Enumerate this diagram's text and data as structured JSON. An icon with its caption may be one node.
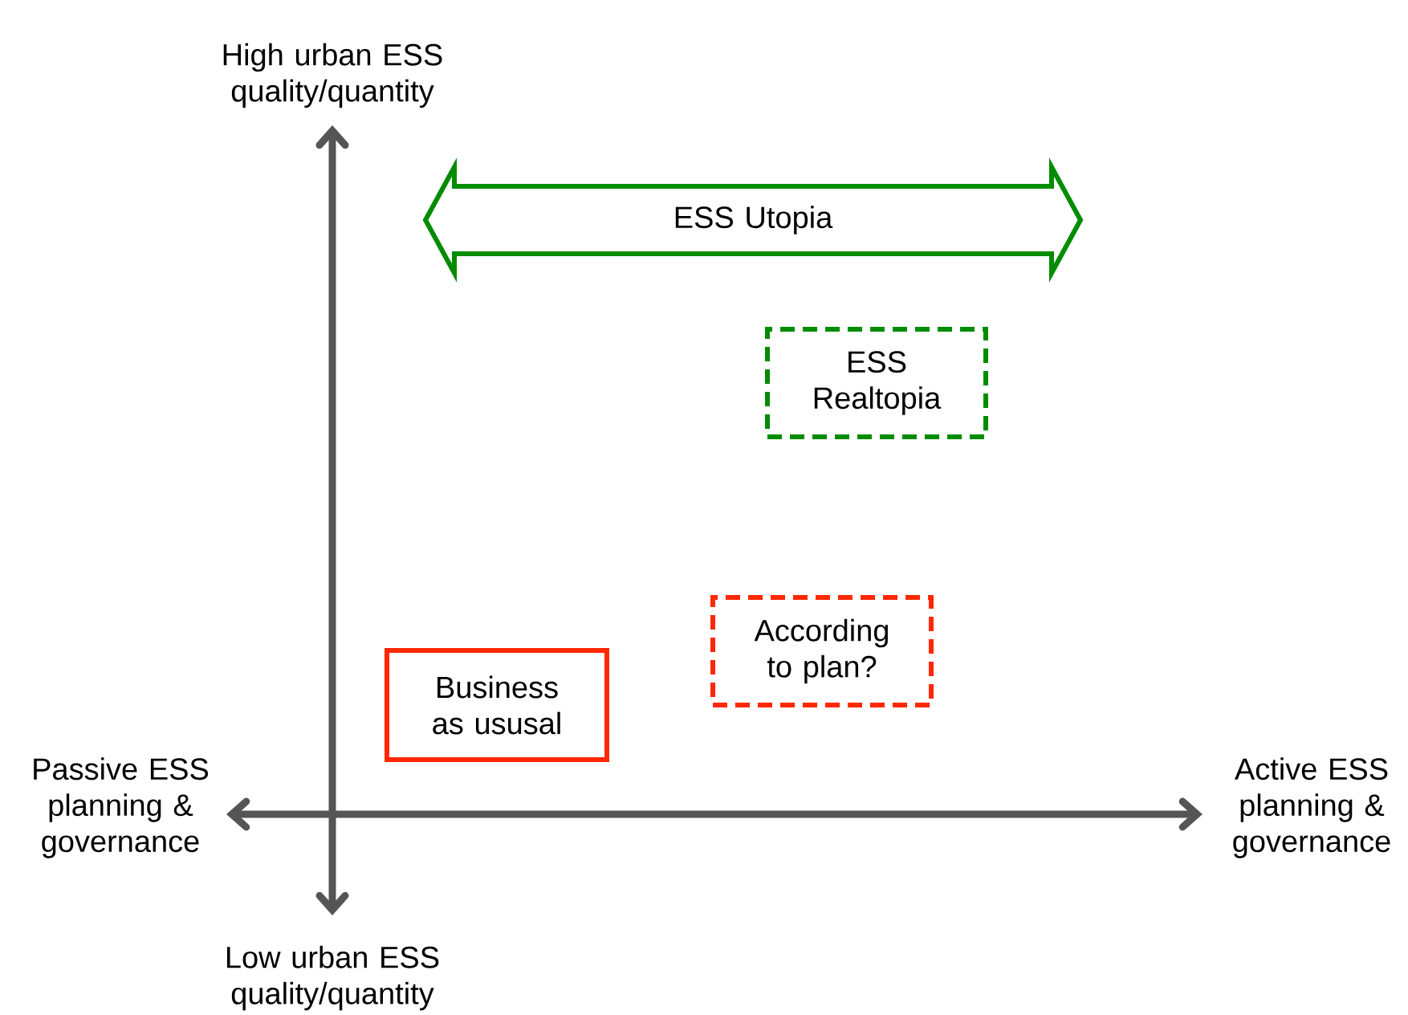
{
  "diagram": {
    "nodes": [
      {
        "text": [
          "ESS Utopia"
        ]
      },
      {
        "text": [
          "ESS Realtopia"
        ]
      },
      {
        "text": [
          "According to plan?"
        ]
      },
      {
        "text": [
          "Business as ususal"
        ]
      }
    ],
    "labels": [
      "High urban ESS quality/quantity",
      "Passive ESS planning & governance",
      "Active ESS planning & governance",
      "Low urban ESS quality/quantity"
    ]
  }
}
